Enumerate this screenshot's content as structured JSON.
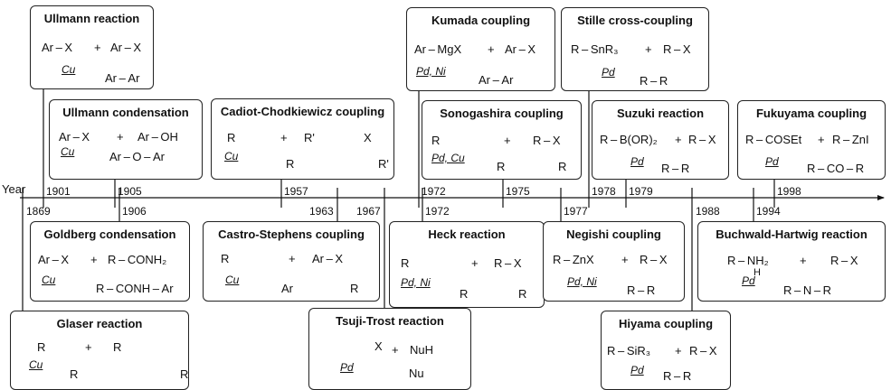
{
  "timeline": {
    "axis_label": "Year",
    "years_top": [
      "1901",
      "1905",
      "1957",
      "1972",
      "1975",
      "1978",
      "1979",
      "1998"
    ],
    "years_bottom": [
      "1869",
      "1906",
      "1963",
      "1967",
      "1972",
      "1977",
      "1988",
      "1994"
    ]
  },
  "reactions": {
    "ullmann_reaction": {
      "title": "Ullmann reaction",
      "r1": "Ar – X",
      "plus": "+",
      "r2": "Ar – X",
      "cat": "Cu",
      "prod": "Ar – Ar"
    },
    "ullmann_condensation": {
      "title": "Ullmann condensation",
      "r1": "Ar – X",
      "plus": "+",
      "r2": "Ar – OH",
      "cat": "Cu",
      "prod": "Ar – O – Ar"
    },
    "cadiot": {
      "title": "Cadiot-Chodkiewicz coupling",
      "r1a": "R",
      "plus": "+",
      "r2a": "R'",
      "r2b": "X",
      "cat": "Cu",
      "pa": "R",
      "pb": "R'"
    },
    "kumada": {
      "title": "Kumada coupling",
      "r1": "Ar – MgX",
      "plus": "+",
      "r2": "Ar – X",
      "cat": "Pd, Ni",
      "prod": "Ar – Ar"
    },
    "sonogashira": {
      "title": "Sonogashira coupling",
      "r1a": "R",
      "plus": "+",
      "r2": "R – X",
      "cat": "Pd, Cu",
      "pa": "R",
      "pb": "R"
    },
    "stille": {
      "title": "Stille cross-coupling",
      "r1": "R – SnR₃",
      "plus": "+",
      "r2": "R – X",
      "cat": "Pd",
      "prod": "R – R"
    },
    "suzuki": {
      "title": "Suzuki reaction",
      "r1": "R – B(OR)₂",
      "plus": "+",
      "r2": "R – X",
      "cat": "Pd",
      "prod": "R – R"
    },
    "fukuyama": {
      "title": "Fukuyama coupling",
      "r1": "R – COSEt",
      "plus": "+",
      "r2": "R – ZnI",
      "cat": "Pd",
      "prod": "R – CO – R"
    },
    "goldberg": {
      "title": "Goldberg condensation",
      "r1": "Ar – X",
      "plus": "+",
      "r2": "R – CONH₂",
      "cat": "Cu",
      "prod": "R – CONH – Ar"
    },
    "castro": {
      "title": "Castro-Stephens coupling",
      "r1a": "R",
      "plus": "+",
      "r2": "Ar – X",
      "cat": "Cu",
      "pa": "Ar",
      "pb": "R"
    },
    "heck": {
      "title": "Heck reaction",
      "r1a": "R",
      "plus": "+",
      "r2": "R – X",
      "cat": "Pd, Ni",
      "pa": "R",
      "pb": "R"
    },
    "negishi": {
      "title": "Negishi coupling",
      "r1": "R – ZnX",
      "plus": "+",
      "r2": "R – X",
      "cat": "Pd, Ni",
      "prod": "R – R"
    },
    "buchwald": {
      "title": "Buchwald-Hartwig reaction",
      "r1": "R – NH₂",
      "plus": "+",
      "r2": "R – X",
      "cat": "Pd",
      "prod": "R – N – R",
      "h": "H"
    },
    "glaser": {
      "title": "Glaser reaction",
      "r1a": "R",
      "plus": "+",
      "r2a": "R",
      "cat": "Cu",
      "pa": "R",
      "pb": "R"
    },
    "tsuji": {
      "title": "Tsuji-Trost reaction",
      "x": "X",
      "plus": "+",
      "r2": "NuH",
      "cat": "Pd",
      "nu": "Nu"
    },
    "hiyama": {
      "title": "Hiyama coupling",
      "r1": "R – SiR₃",
      "plus": "+",
      "r2": "R – X",
      "cat": "Pd",
      "prod": "R – R"
    }
  }
}
